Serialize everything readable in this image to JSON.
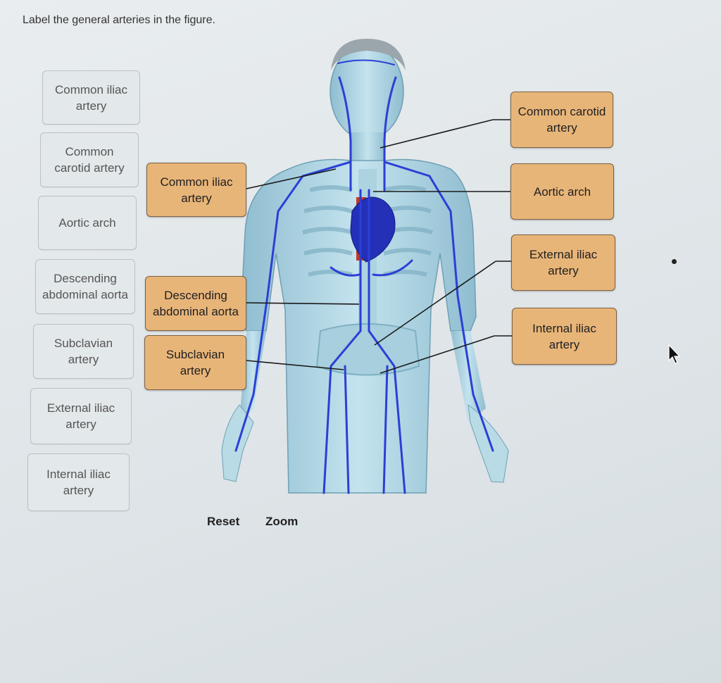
{
  "instruction": "Label the general arteries in the figure.",
  "bank": [
    {
      "text": "Common iliac artery"
    },
    {
      "text": "Common carotid artery"
    },
    {
      "text": "Aortic arch"
    },
    {
      "text": "Descending abdominal aorta"
    },
    {
      "text": "Subclavian artery"
    },
    {
      "text": "External iliac artery"
    },
    {
      "text": "Internal iliac artery"
    }
  ],
  "placed": {
    "left": [
      {
        "text": "Common iliac artery"
      },
      {
        "text": "Descending abdominal aorta"
      },
      {
        "text": "Subclavian artery"
      }
    ],
    "right": [
      {
        "text": "Common carotid artery"
      },
      {
        "text": "Aortic arch"
      },
      {
        "text": "External iliac artery"
      },
      {
        "text": "Internal iliac artery"
      }
    ]
  },
  "controls": {
    "reset": "Reset",
    "zoom": "Zoom"
  },
  "colors": {
    "label_fill": "#e8b579",
    "tile_fill": "#e3e8ea",
    "artery": "#2b3fd6",
    "body": "#9fc9d9"
  }
}
